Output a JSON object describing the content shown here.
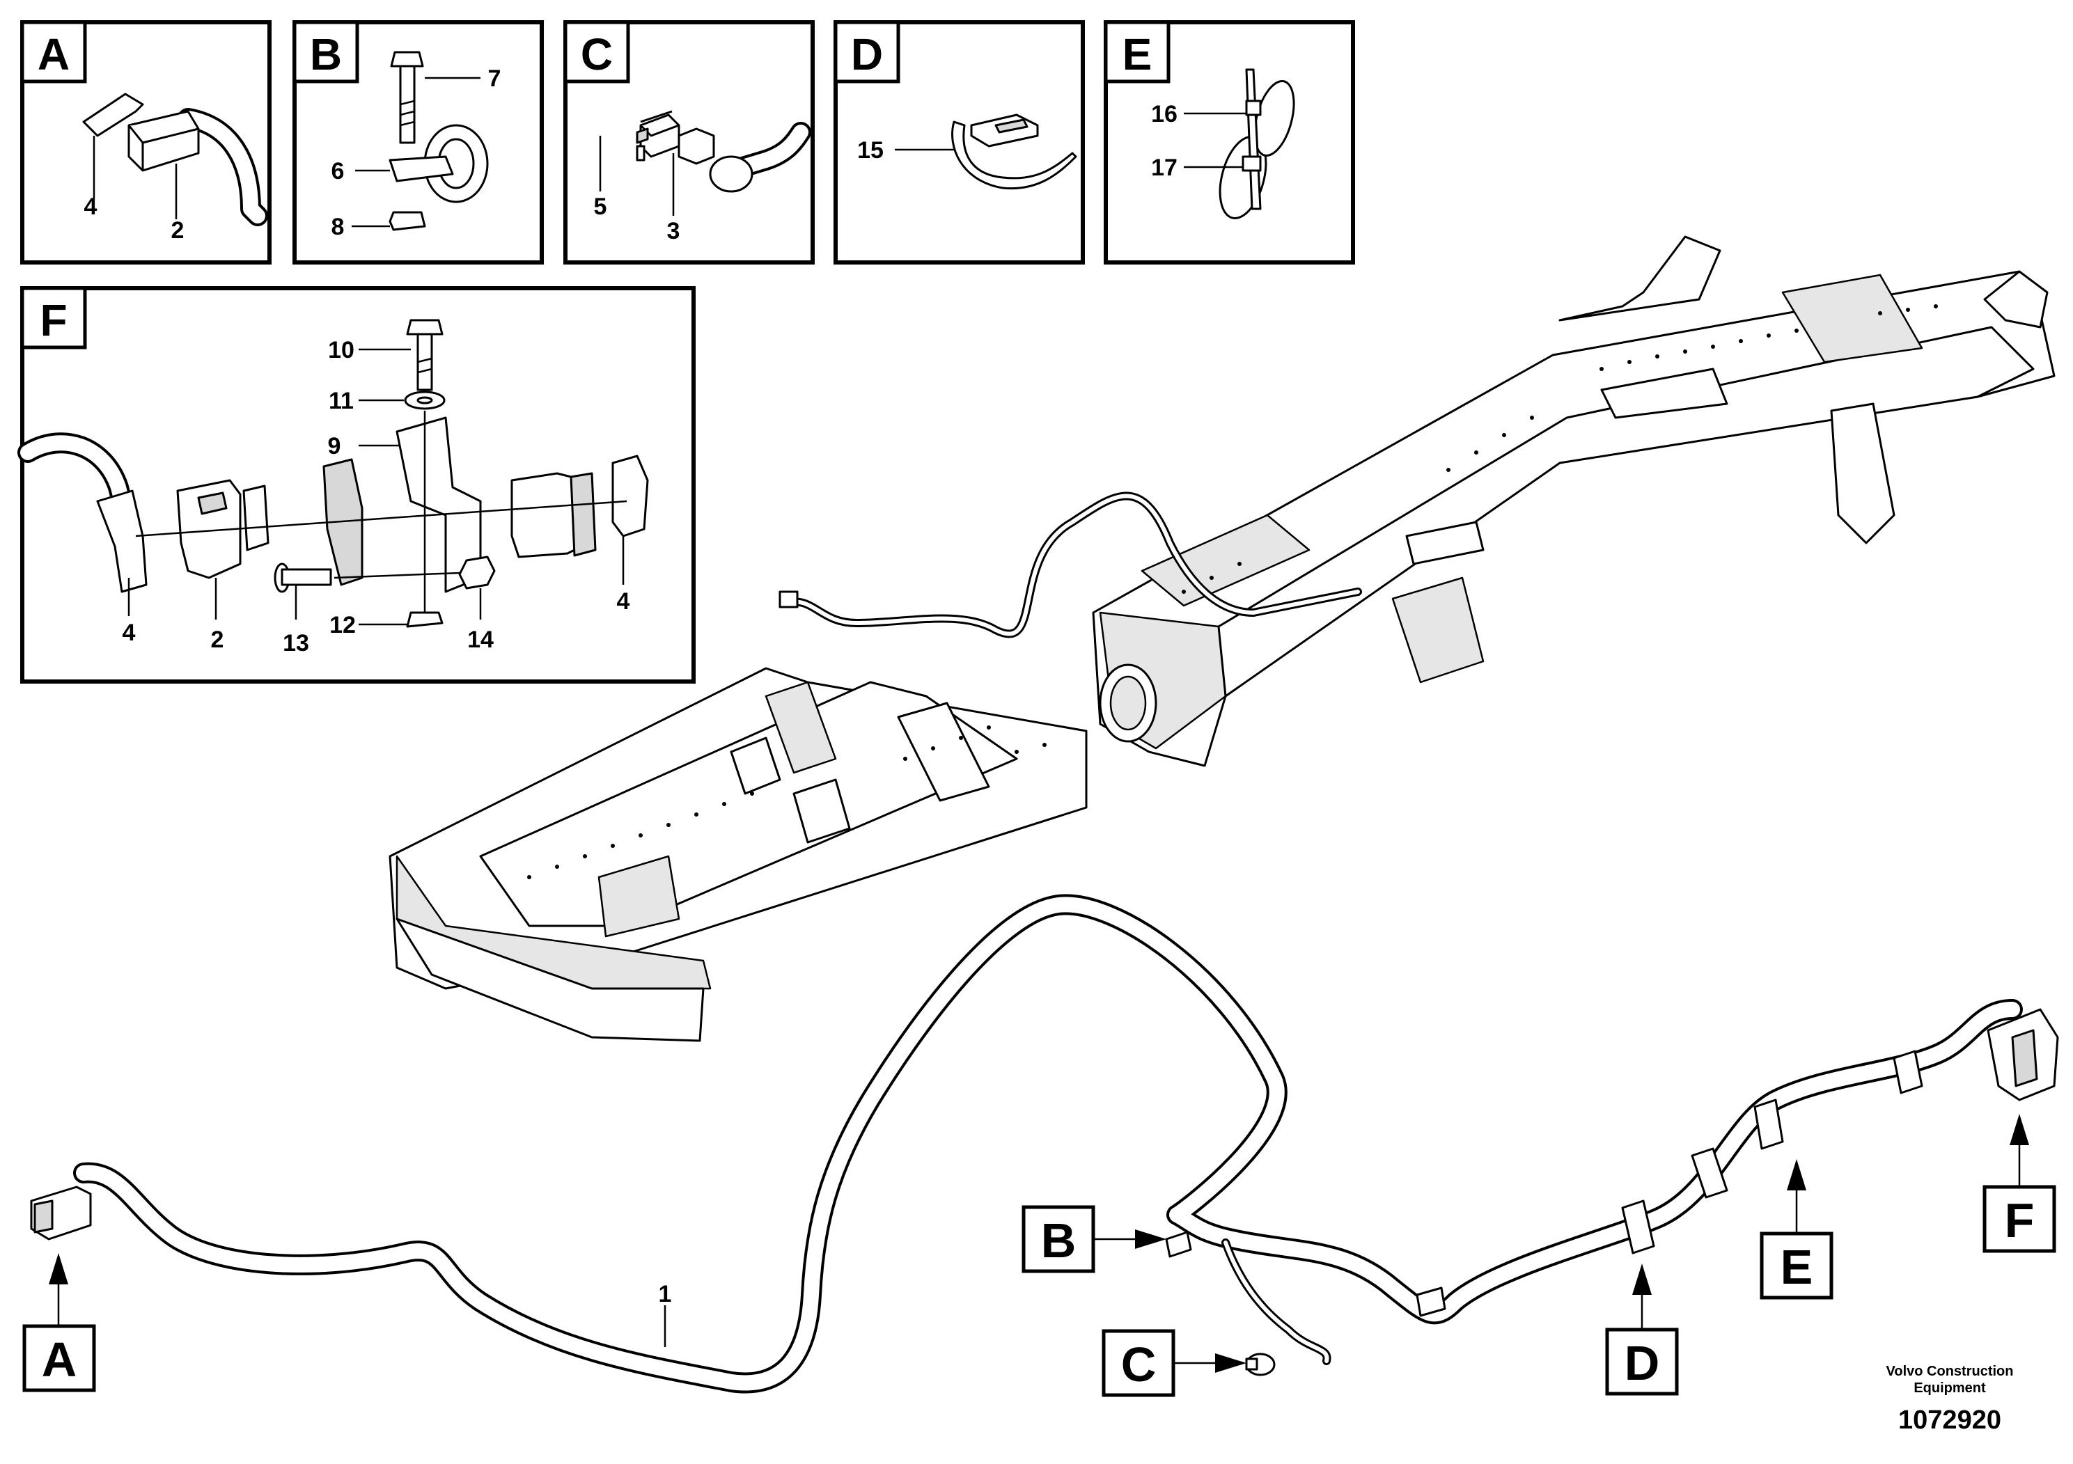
{
  "detail_boxes": [
    {
      "letter": "A",
      "parts": [
        "4",
        "2"
      ]
    },
    {
      "letter": "B",
      "parts": [
        "7",
        "6",
        "8"
      ]
    },
    {
      "letter": "C",
      "parts": [
        "5",
        "3"
      ]
    },
    {
      "letter": "D",
      "parts": [
        "15"
      ]
    },
    {
      "letter": "E",
      "parts": [
        "16",
        "17"
      ]
    },
    {
      "letter": "F",
      "parts": [
        "10",
        "11",
        "9",
        "4",
        "2",
        "13",
        "12",
        "14",
        "4"
      ]
    }
  ],
  "main_callouts": [
    "A",
    "B",
    "C",
    "D",
    "E",
    "F"
  ],
  "main_part_number": "1",
  "footer": {
    "brand_line1": "Volvo Construction",
    "brand_line2": "Equipment",
    "drawing_number": "1072920"
  }
}
